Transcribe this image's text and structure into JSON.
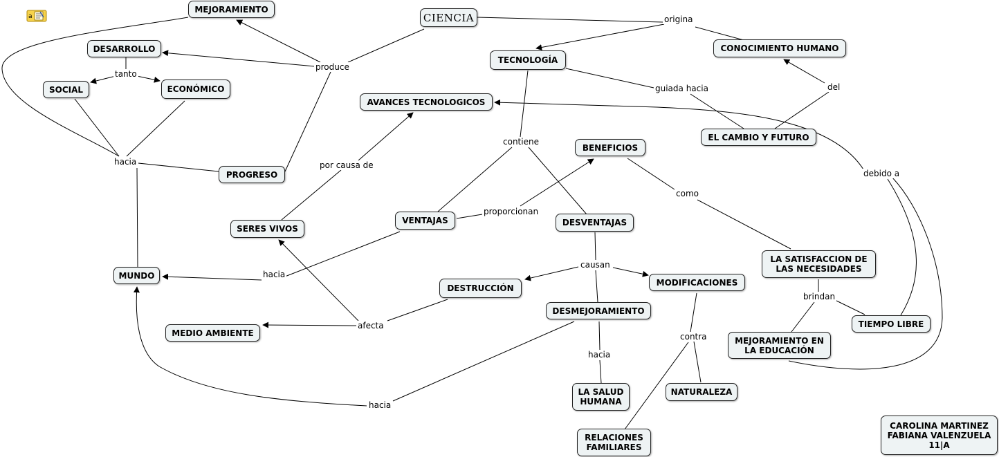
{
  "icon_badge": {
    "text": "a",
    "icon": "notes-icon"
  },
  "nodes": {
    "mejoramiento": "MEJORAMIENTO",
    "ciencia": "CIENCIA",
    "desarrollo": "DESARROLLO",
    "social": "SOCIAL",
    "economico": "ECONÓMICO",
    "tecnologia": "TECNOLOGÍA",
    "conocimiento": "CONOCIMIENTO HUMANO",
    "avances": "AVANCES TECNOLOGICOS",
    "cambio": "EL CAMBIO Y FUTURO",
    "beneficios": "BENEFICIOS",
    "progreso": "PROGRESO",
    "seres_vivos": "SERES VIVOS",
    "ventajas": "VENTAJAS",
    "desventajas": "DESVENTAJAS",
    "satisfaccion": "LA SATISFACCION DE\nLAS NECESIDADES",
    "mundo": "MUNDO",
    "destruccion": "DESTRUCCIÓN",
    "modificaciones": "MODIFICACIONES",
    "desmejoramiento": "DESMEJORAMIENTO",
    "medio_ambiente": "MEDIO AMBIENTE",
    "mejoramiento_edu": "MEJORAMIENTO EN\nLA EDUCACIÓN",
    "tiempo_libre": "TIEMPO LIBRE",
    "salud": "LA SALUD\nHUMANA",
    "naturaleza": "NATURALEZA",
    "relaciones": "RELACIONES\nFAMILIARES",
    "autores": "CAROLINA MARTINEZ\nFABIANA VALENZUELA\n11|A"
  },
  "links": {
    "origina": "origina",
    "produce": "produce",
    "tanto": "tanto",
    "guiada": "guiada hacia",
    "del": "del",
    "contiene": "contiene",
    "hacia_top": "hacia",
    "por_causa": "por causa de",
    "debido": "debido a",
    "como": "como",
    "proporcionan": "proporcionan",
    "causan": "causan",
    "hacia_mundo": "hacia",
    "brindan": "brindan",
    "afecta": "afecta",
    "contra": "contra",
    "hacia_salud": "hacia",
    "hacia_bottom": "hacia"
  }
}
